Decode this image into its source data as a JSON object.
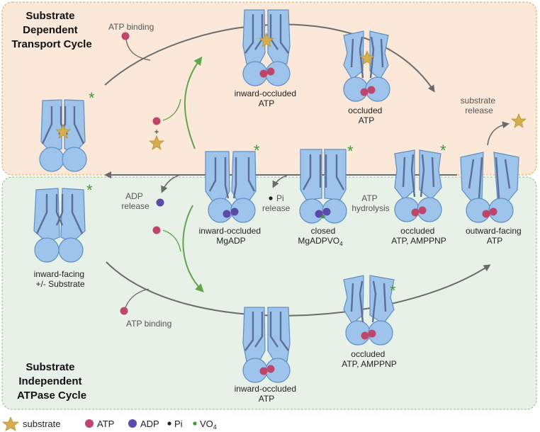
{
  "colors": {
    "transport_panel_bg": "#fbe8d8",
    "transport_panel_border": "#e3a44a",
    "atpase_panel_bg": "#e8f1e7",
    "atpase_panel_border": "#8dbf86",
    "protein_fill": "#9ec4ec",
    "protein_stroke": "#5d8fc4",
    "helix_line": "#5d6e96",
    "atp": "#c0456a",
    "adp": "#5b4aa8",
    "vo4": "#3a9a3a",
    "substrate": "#d6ae4e",
    "green_arrow": "#5fa64a",
    "gray_arrow": "#6b6b6b",
    "asterisk": "#3c9a3c"
  },
  "panels": {
    "transport_title": [
      "Substrate",
      "Dependent",
      "Transport Cycle"
    ],
    "atpase_title": [
      "Substrate",
      "Independent",
      "ATPase Cycle"
    ]
  },
  "states": {
    "inward_facing": [
      "inward-facing",
      "+/- Substrate"
    ],
    "inward_occluded_atp_top": [
      "inward-occluded",
      "ATP"
    ],
    "occluded_atp_top": [
      "occluded",
      "ATP"
    ],
    "inward_occluded_mgadp": [
      "inward-occluded",
      "MgADP"
    ],
    "closed": "closed",
    "closed_mgadpvo4_main": "MgADPVO",
    "closed_mgadpvo4_sub": "4",
    "occluded_atp_amppnp_mid": [
      "occluded",
      "ATP, AMPPNP"
    ],
    "outward_facing": [
      "outward-facing",
      "ATP"
    ],
    "inward_occluded_atp_bottom": [
      "inward-occluded",
      "ATP"
    ],
    "occluded_atp_amppnp_bottom": [
      "occluded",
      "ATP, AMPPNP"
    ]
  },
  "annotations": {
    "atp_binding_top": "ATP binding",
    "atp_binding_bottom": "ATP binding",
    "substrate_release": [
      "substrate",
      "release"
    ],
    "adp_release": [
      "ADP",
      "release"
    ],
    "pi_release": [
      "Pi",
      "release"
    ],
    "atp_hydrolysis": [
      "ATP",
      "hydrolysis"
    ],
    "plus": "+",
    "asterisk": "*"
  },
  "legend": {
    "substrate": "substrate",
    "atp": "ATP",
    "adp": "ADP",
    "pi": "Pi",
    "vo4_main": "VO",
    "vo4_sub": "4"
  },
  "icons": [
    "star-icon",
    "atp-dot-icon",
    "adp-dot-icon",
    "pi-dot-icon",
    "vo4-dot-icon"
  ]
}
